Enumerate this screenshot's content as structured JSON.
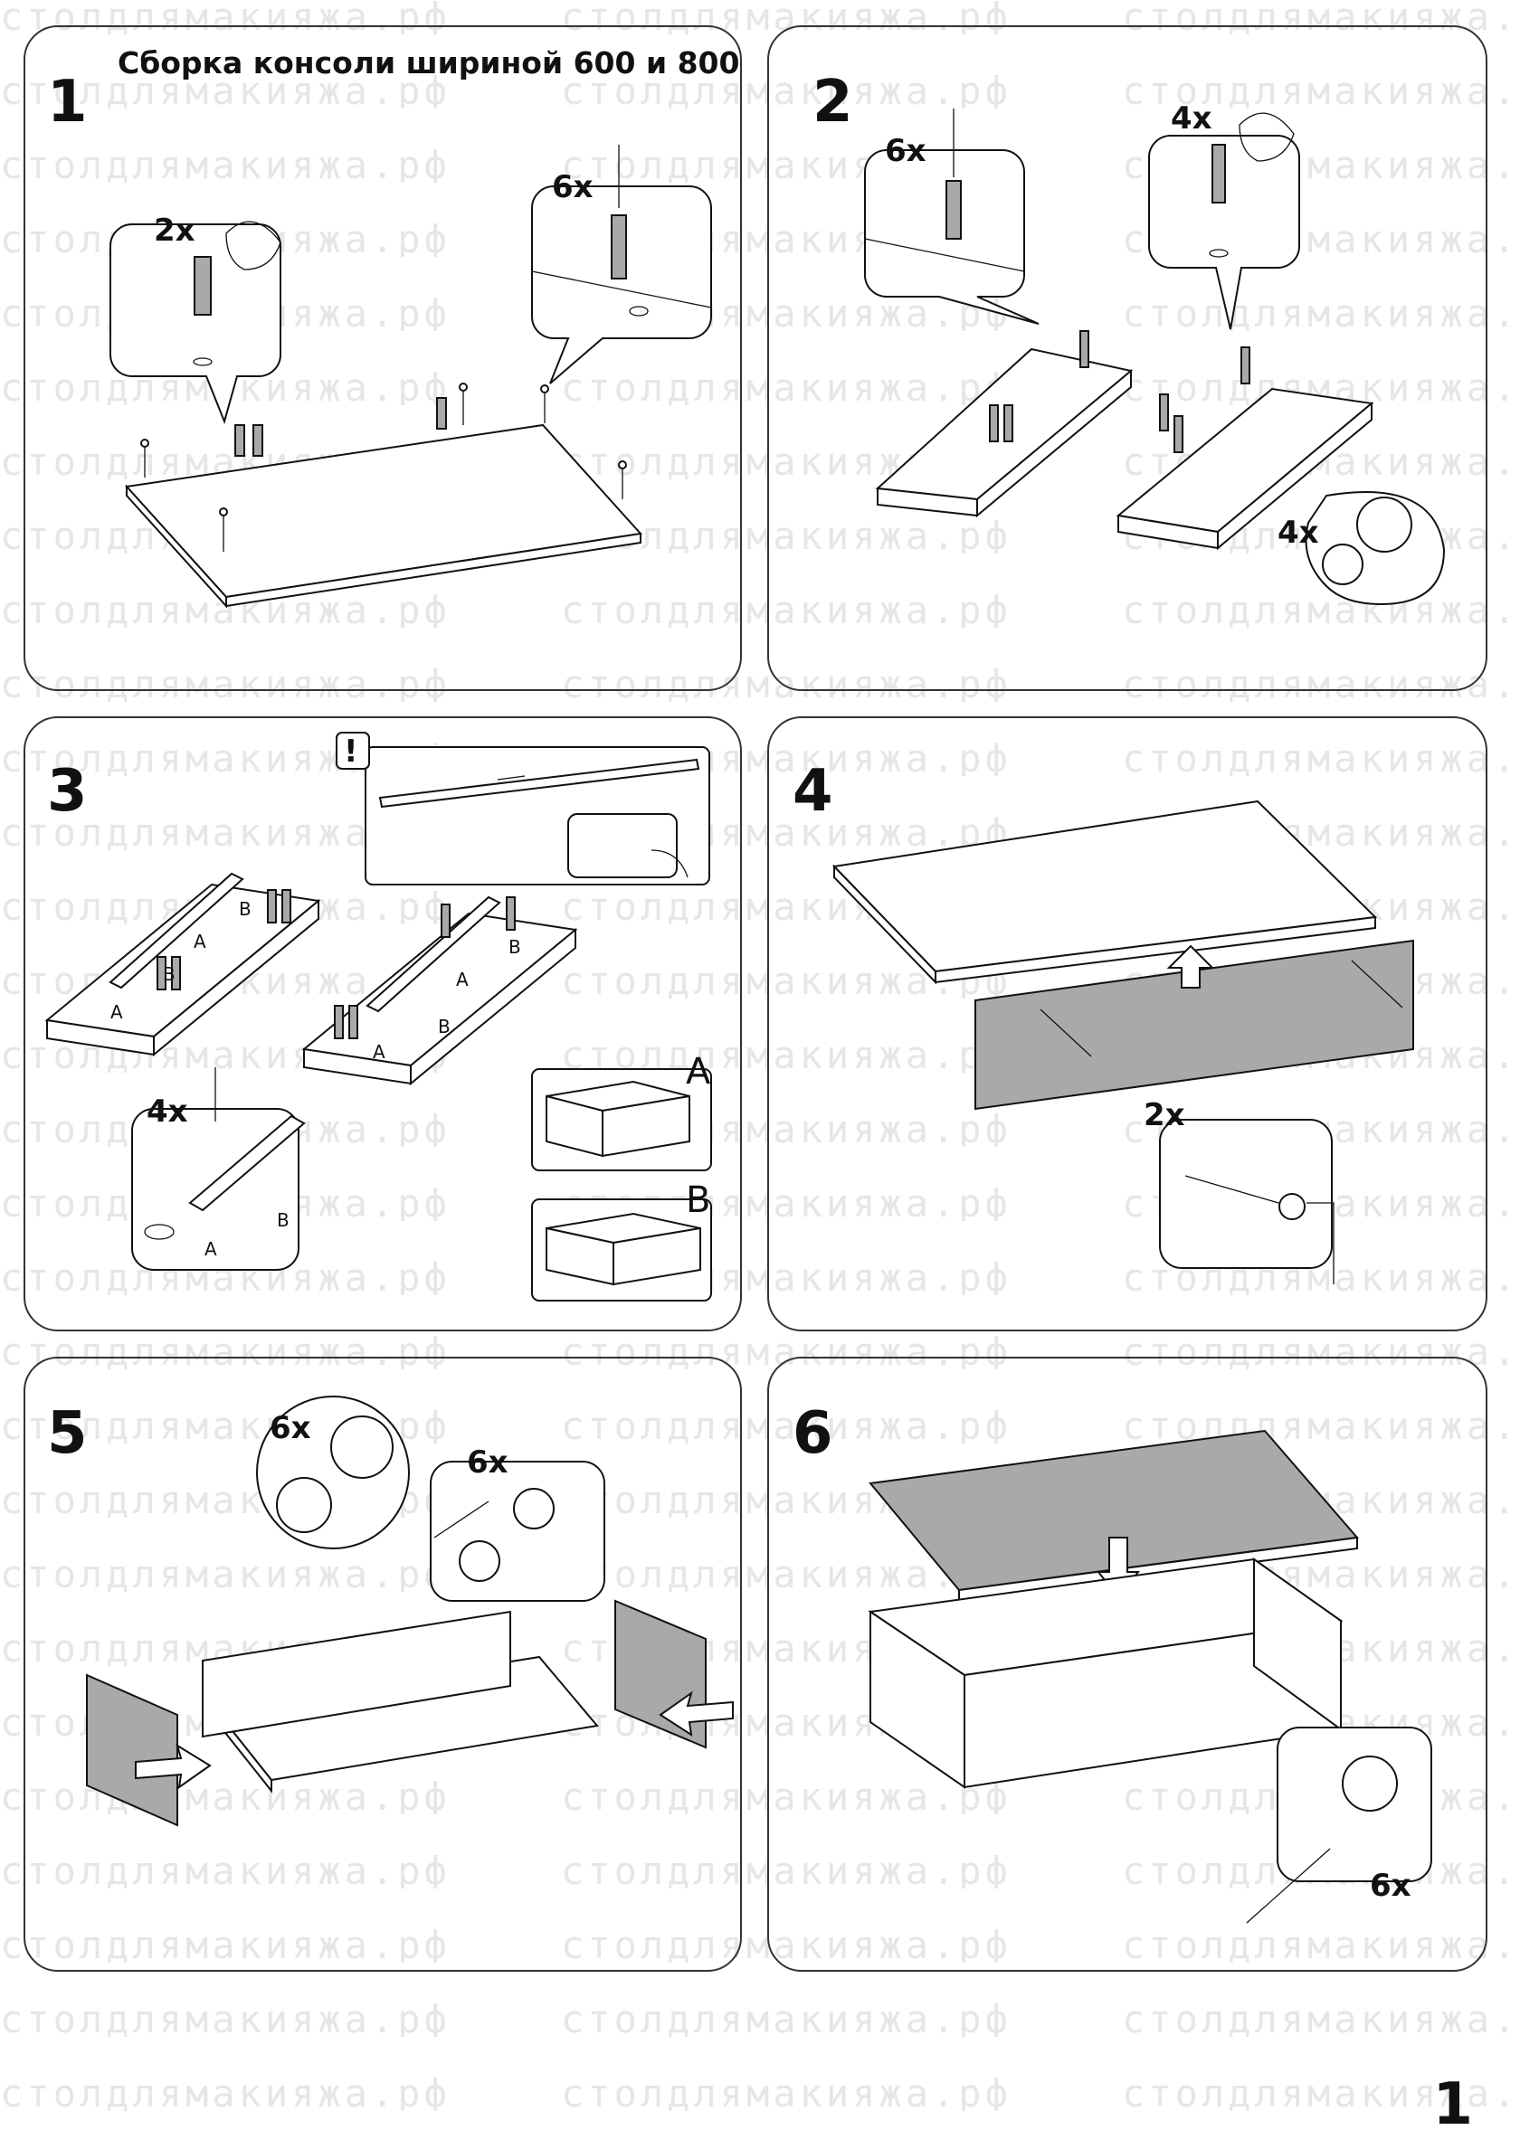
{
  "document": {
    "title": "Сборка консоли шириной 600 и 800",
    "page_number": "1",
    "watermark": "столдлямакияжа.рф"
  },
  "steps": [
    {
      "number": "1",
      "callouts": [
        "2x",
        "6x"
      ]
    },
    {
      "number": "2",
      "callouts": [
        "6x",
        "4x",
        "4x"
      ]
    },
    {
      "number": "3",
      "callouts": [
        "4x"
      ],
      "labels": [
        "A",
        "B"
      ],
      "warning": "!"
    },
    {
      "number": "4",
      "callouts": [
        "2x"
      ]
    },
    {
      "number": "5",
      "callouts": [
        "6x",
        "6x"
      ]
    },
    {
      "number": "6",
      "callouts": [
        "6x"
      ]
    }
  ]
}
